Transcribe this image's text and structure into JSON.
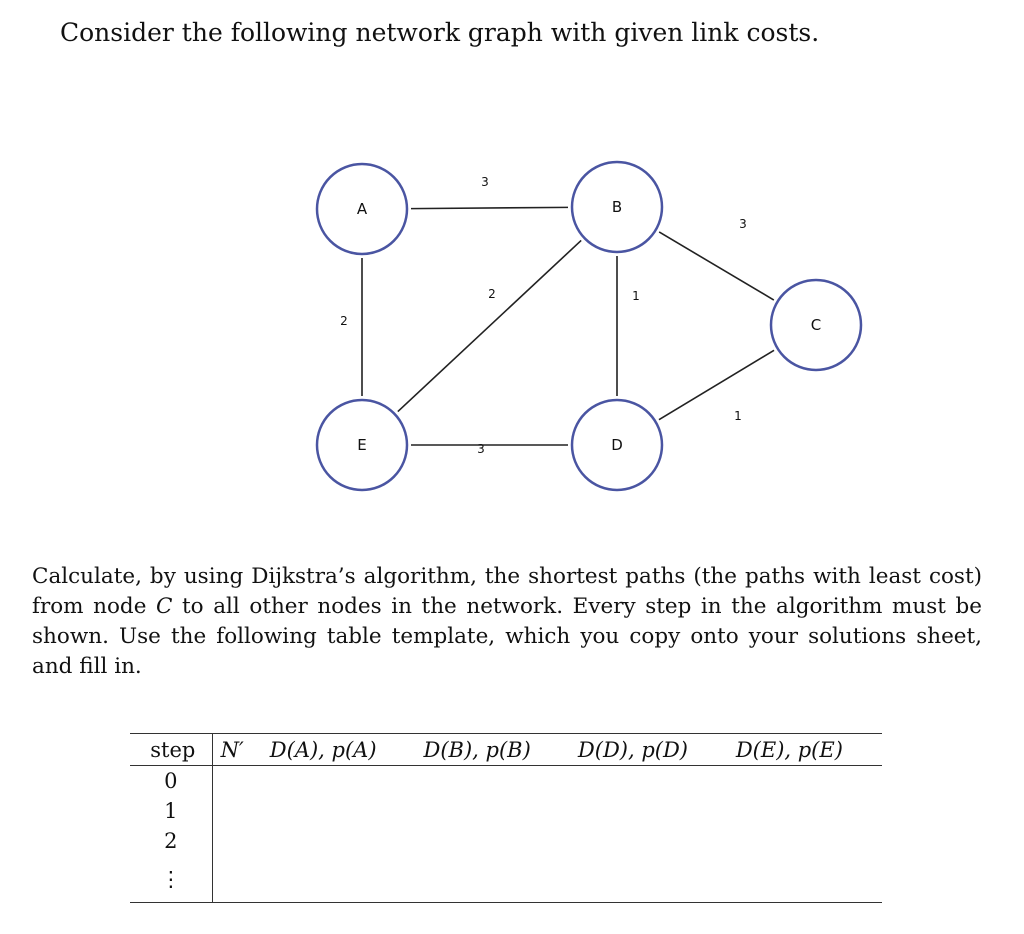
{
  "intro": "Consider the following network graph with given link costs.",
  "graph": {
    "nodes": [
      {
        "id": "A",
        "label": "A"
      },
      {
        "id": "B",
        "label": "B"
      },
      {
        "id": "C",
        "label": "C"
      },
      {
        "id": "D",
        "label": "D"
      },
      {
        "id": "E",
        "label": "E"
      }
    ],
    "edges": [
      {
        "from": "A",
        "to": "B",
        "cost": "3"
      },
      {
        "from": "A",
        "to": "E",
        "cost": "2"
      },
      {
        "from": "E",
        "to": "B",
        "cost": "2"
      },
      {
        "from": "B",
        "to": "D",
        "cost": "1"
      },
      {
        "from": "B",
        "to": "C",
        "cost": "3"
      },
      {
        "from": "E",
        "to": "D",
        "cost": "3"
      },
      {
        "from": "D",
        "to": "C",
        "cost": "1"
      }
    ],
    "node_stroke_color": "#4a55a2"
  },
  "paragraph": {
    "part1": "Calculate, by using Dijkstra’s algorithm, the shortest paths (the paths with least cost) from node ",
    "node": "C",
    "part2": " to all other nodes in the network. Every step in the algorithm must be shown. Use the following table template, which you copy onto your solutions sheet, and fill in."
  },
  "table": {
    "headers": [
      "step",
      "N′",
      "D(A), p(A)",
      "D(B), p(B)",
      "D(D), p(D)",
      "D(E), p(E)"
    ],
    "steps": [
      "0",
      "1",
      "2"
    ],
    "ellipsis": "⋮"
  }
}
